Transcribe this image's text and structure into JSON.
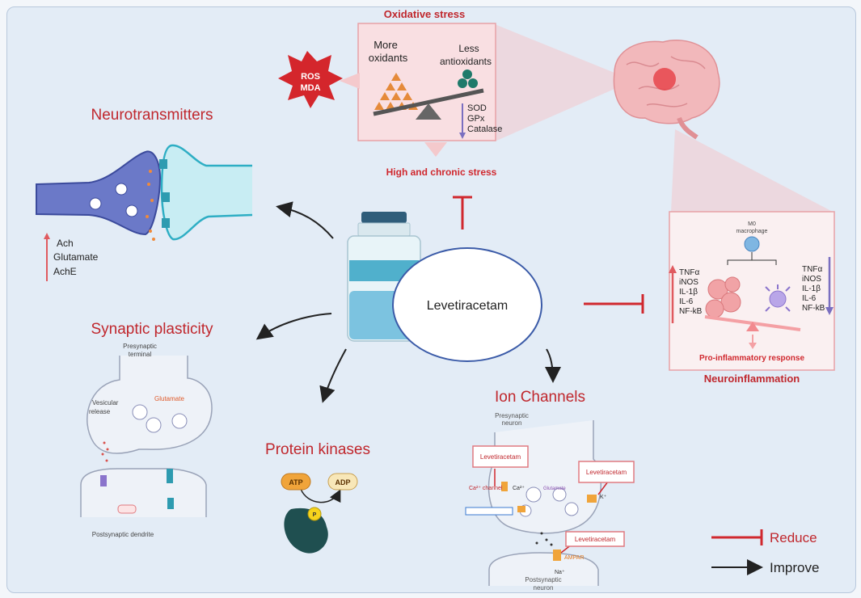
{
  "center": {
    "drug": "Levetiracetam"
  },
  "oxidative_stress": {
    "title": "Oxidative stress",
    "more_oxidants": [
      "More",
      "oxidants"
    ],
    "less_antioxidants": [
      "Less",
      "antioxidants"
    ],
    "enzymes": [
      "SOD",
      "GPx",
      "Catalase"
    ],
    "ros": [
      "ROS",
      "MDA"
    ],
    "cause": "High and chronic stress"
  },
  "neurotransmitters": {
    "title": "Neurotransmitters",
    "items": [
      "Ach",
      "Glutamate",
      "AchE"
    ]
  },
  "synaptic_plasticity": {
    "title": "Synaptic plasticity",
    "labels": [
      "Presynaptic",
      "terminal",
      "Vesicular",
      "release",
      "Glutamate",
      "Postsynaptic dendrite"
    ]
  },
  "protein_kinases": {
    "title": "Protein kinases",
    "atp": "ATP",
    "adp": "ADP",
    "p": "P"
  },
  "ion_channels": {
    "title": "Ion Channels",
    "presynaptic": [
      "Presynaptic",
      "neuron"
    ],
    "postsynaptic": [
      "Postsynaptic",
      "neuron"
    ],
    "drug_labels": [
      "Levetiracetam",
      "Levetiracetam",
      "Levetiracetam"
    ],
    "ca_channel": "Ca²⁺ channel",
    "ca_ion": "Ca²⁺",
    "k_ion": "K⁺",
    "na_ion": "Na⁺",
    "glutamate": "Glutamate",
    "ampar": "AMPAR"
  },
  "neuroinflammation": {
    "title": "Neuroinflammation",
    "cell_label": [
      "M0",
      "macrophage"
    ],
    "left_markers": [
      "TNFα",
      "iNOS",
      "IL-1β",
      "IL-6",
      "NF-kB"
    ],
    "right_markers": [
      "TNFα",
      "iNOS",
      "IL-1β",
      "IL-6",
      "NF-kB"
    ],
    "response": "Pro-inflammatory response"
  },
  "legend": {
    "reduce": "Reduce",
    "improve": "Improve"
  },
  "colors": {
    "red": "#c0272d",
    "teal": "#1f4f50",
    "blue": "#4a6fb0"
  }
}
